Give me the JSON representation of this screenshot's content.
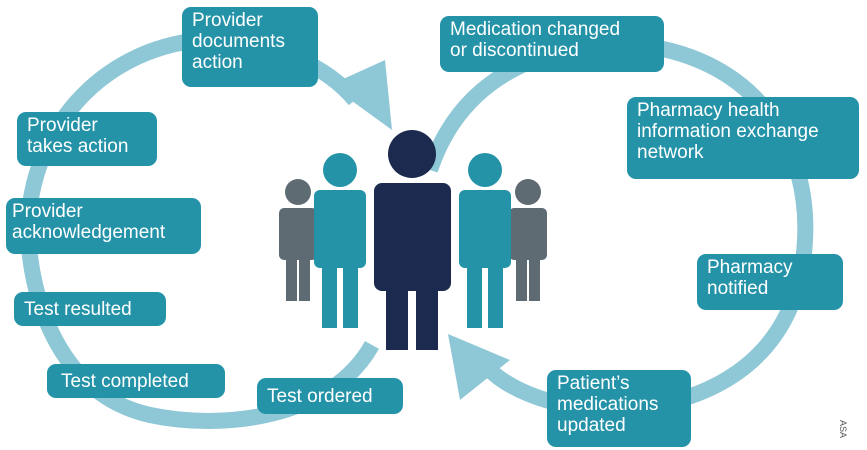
{
  "colors": {
    "box": "#2493a8",
    "arrow": "#8ec7d6",
    "figure_center": "#1b2a4e",
    "figure_mid": "#2493a8",
    "figure_outer": "#5e6b73"
  },
  "left_cycle": {
    "provider_documents": "Provider\ndocuments\naction",
    "provider_takes_action": "Provider\ntakes action",
    "provider_ack": "Provider\nacknowledgement",
    "test_resulted": "Test resulted",
    "test_completed": "Test completed",
    "test_ordered": "Test ordered"
  },
  "right_cycle": {
    "med_changed": "Medication changed\nor discontinued",
    "pharmacy_hie": "Pharmacy health\ninformation exchange\nnetwork",
    "pharmacy_notified": "Pharmacy\nnotified",
    "patient_meds": "Patient’s\nmedications\nupdated"
  },
  "figure_group": "care-team-people",
  "side_tag": "ASA"
}
